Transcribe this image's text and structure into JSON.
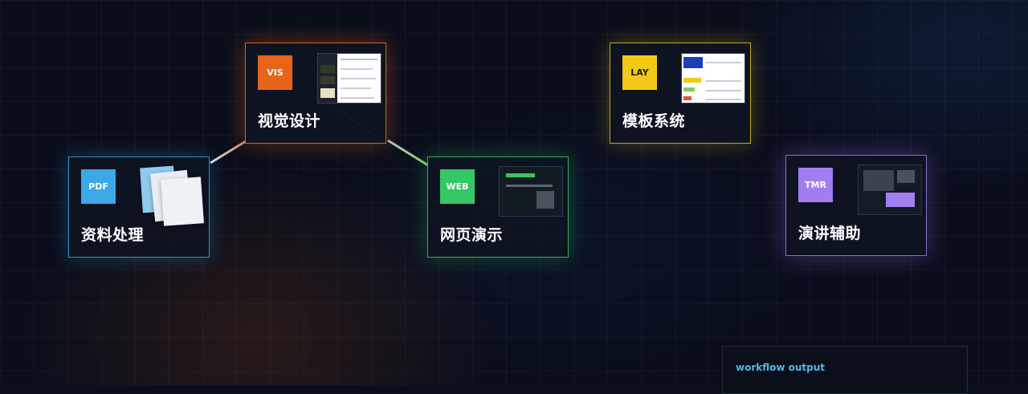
{
  "nodes": [
    {
      "id": "pdf",
      "badge": "PDF",
      "title": "资料处理",
      "color": "#3aa9e6"
    },
    {
      "id": "vis",
      "badge": "VIS",
      "title": "视觉设计",
      "color": "#e8641a"
    },
    {
      "id": "web",
      "badge": "WEB",
      "title": "网页演示",
      "color": "#34c765"
    },
    {
      "id": "lay",
      "badge": "LAY",
      "title": "模板系统",
      "color": "#f2c916"
    },
    {
      "id": "tmr",
      "badge": "TMR",
      "title": "演讲辅助",
      "color": "#a07ef2"
    }
  ],
  "links": [
    {
      "from": "pdf",
      "to": "vis"
    },
    {
      "from": "vis",
      "to": "web"
    }
  ],
  "output_panel": {
    "label": "workflow output"
  }
}
